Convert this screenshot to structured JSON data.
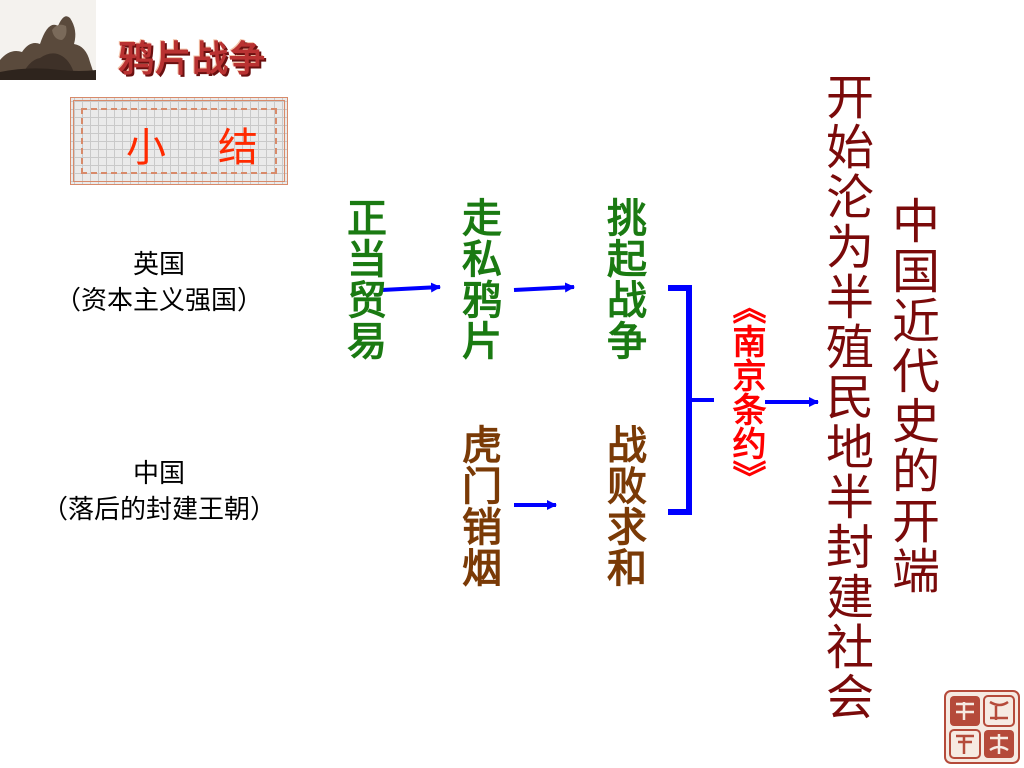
{
  "slide": {
    "header_title": "鸦片战争",
    "summary_title": "小结"
  },
  "parties": {
    "britain": {
      "name": "英国",
      "desc": "（资本主义强国）"
    },
    "china": {
      "name": "中国",
      "desc": "（落后的封建王朝）"
    }
  },
  "flow": {
    "legit_trade": "正当贸易",
    "smuggle_opium": "走私鸦片",
    "provoke_war": "挑起战争",
    "humen_destroy": "虎门销烟",
    "defeat_peace": "战败求和",
    "treaty": "《南京条约》",
    "result_semi_colonial": "开始沦为半殖民地半封建社会",
    "result_modern_start": "中国近代史的开端"
  },
  "colors": {
    "arrow": "#0000ff",
    "green_text": "#1a7a12",
    "brown_text": "#7a3a06",
    "treaty_text": "#ff0000",
    "result_text": "#7a0a0a",
    "summary_title": "#ff2a00"
  }
}
